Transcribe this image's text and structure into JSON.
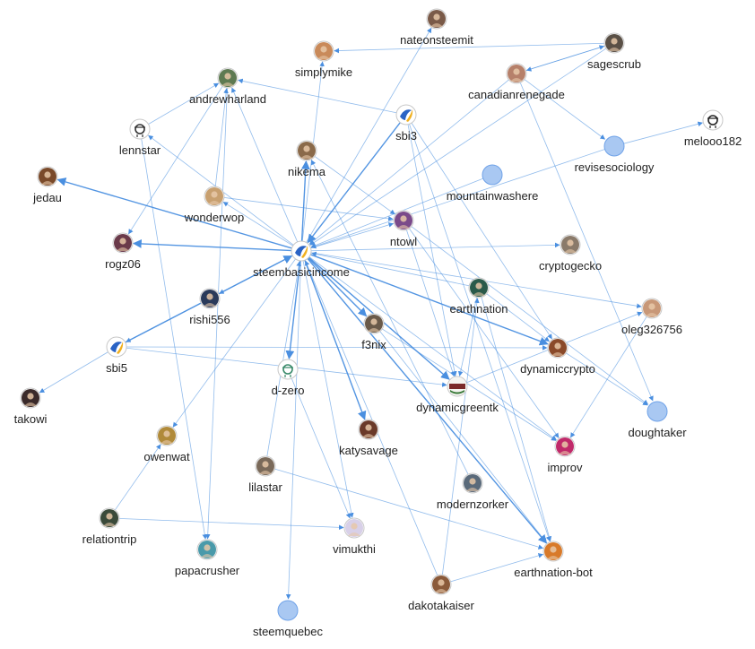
{
  "graph": {
    "edge_color": "#4a8fe0",
    "placeholder_color": "#a9c8f2",
    "placeholder_stroke": "#6fa2e8",
    "nodes": [
      {
        "id": "nateonsteemit",
        "label": "nateonsteemit",
        "avatar": "photo",
        "color": "#7a5a48"
      },
      {
        "id": "simplymike",
        "label": "simplymike",
        "avatar": "photo",
        "color": "#c98a5a"
      },
      {
        "id": "sagescrub",
        "label": "sagescrub",
        "avatar": "photo",
        "color": "#5a5046"
      },
      {
        "id": "canadianrenegade",
        "label": "canadianrenegade",
        "avatar": "photo",
        "color": "#b6806a"
      },
      {
        "id": "andrewharland",
        "label": "andrewharland",
        "avatar": "photo",
        "color": "#5e7a52"
      },
      {
        "id": "lennstar",
        "label": "lennstar",
        "avatar": "line-icon",
        "color": "#333333"
      },
      {
        "id": "sbi3",
        "label": "sbi3",
        "avatar": "sbi-logo",
        "color": "#2a63c5"
      },
      {
        "id": "revisesociology",
        "label": "revisesociology",
        "avatar": "placeholder",
        "color": "#a9c8f2"
      },
      {
        "id": "melooo182",
        "label": "melooo182",
        "avatar": "line-icon",
        "color": "#222222"
      },
      {
        "id": "nikema",
        "label": "nikema",
        "avatar": "photo",
        "color": "#8a6a4a"
      },
      {
        "id": "jedau",
        "label": "jedau",
        "avatar": "photo",
        "color": "#7a4a2a"
      },
      {
        "id": "mountainwashere",
        "label": "mountainwashere",
        "avatar": "placeholder",
        "color": "#a9c8f2"
      },
      {
        "id": "wonderwop",
        "label": "wonderwop",
        "avatar": "photo",
        "color": "#c8a070"
      },
      {
        "id": "ntowl",
        "label": "ntowl",
        "avatar": "photo",
        "color": "#7a4a8a"
      },
      {
        "id": "rogz06",
        "label": "rogz06",
        "avatar": "photo",
        "color": "#6a3a4a"
      },
      {
        "id": "steembasicincome",
        "label": "steembasicincome",
        "avatar": "sbi-logo",
        "color": "#2a63c5"
      },
      {
        "id": "cryptogecko",
        "label": "cryptogecko",
        "avatar": "photo",
        "color": "#8a7a6a"
      },
      {
        "id": "rishi556",
        "label": "rishi556",
        "avatar": "photo",
        "color": "#2a3a5a"
      },
      {
        "id": "earthnation",
        "label": "earthnation",
        "avatar": "photo",
        "color": "#2a5a4a"
      },
      {
        "id": "oleg326756",
        "label": "oleg326756",
        "avatar": "photo",
        "color": "#c89878"
      },
      {
        "id": "f3nix",
        "label": "f3nix",
        "avatar": "photo",
        "color": "#6a5a4a"
      },
      {
        "id": "sbi5",
        "label": "sbi5",
        "avatar": "sbi-logo",
        "color": "#2a63c5"
      },
      {
        "id": "dynamiccrypto",
        "label": "dynamiccrypto",
        "avatar": "photo",
        "color": "#8a4a2a"
      },
      {
        "id": "d-zero",
        "label": "d-zero",
        "avatar": "line-icon",
        "color": "#3a8a6a"
      },
      {
        "id": "dynamicgreentk",
        "label": "dynamicgreentk",
        "avatar": "badge",
        "color": "#3a7a3a"
      },
      {
        "id": "takowi",
        "label": "takowi",
        "avatar": "photo",
        "color": "#3a2a2a"
      },
      {
        "id": "doughtaker",
        "label": "doughtaker",
        "avatar": "placeholder",
        "color": "#a9c8f2"
      },
      {
        "id": "owenwat",
        "label": "owenwat",
        "avatar": "photo",
        "color": "#b08a3a"
      },
      {
        "id": "katysavage",
        "label": "katysavage",
        "avatar": "photo",
        "color": "#6a3a2a"
      },
      {
        "id": "improv",
        "label": "improv",
        "avatar": "photo",
        "color": "#c02a6a"
      },
      {
        "id": "lilastar",
        "label": "lilastar",
        "avatar": "photo",
        "color": "#7a6a5a"
      },
      {
        "id": "modernzorker",
        "label": "modernzorker",
        "avatar": "photo",
        "color": "#5a6a7a"
      },
      {
        "id": "relationtrip",
        "label": "relationtrip",
        "avatar": "photo",
        "color": "#3a4a3a"
      },
      {
        "id": "vimukthi",
        "label": "vimukthi",
        "avatar": "photo",
        "color": "#d8d0e8"
      },
      {
        "id": "papacrusher",
        "label": "papacrusher",
        "avatar": "photo",
        "color": "#4a9aaa"
      },
      {
        "id": "earthnation-bot",
        "label": "earthnation-bot",
        "avatar": "photo",
        "color": "#d87a2a"
      },
      {
        "id": "dakotakaiser",
        "label": "dakotakaiser",
        "avatar": "photo",
        "color": "#8a5a3a"
      },
      {
        "id": "steemquebec",
        "label": "steemquebec",
        "avatar": "placeholder",
        "color": "#a9c8f2"
      }
    ],
    "edges": [
      {
        "from": "sbi3",
        "to": "steembasicincome",
        "weight": 2
      },
      {
        "from": "sbi5",
        "to": "steembasicincome",
        "weight": 2
      },
      {
        "from": "steembasicincome",
        "to": "jedau",
        "weight": 2
      },
      {
        "from": "steembasicincome",
        "to": "rogz06",
        "weight": 2
      },
      {
        "from": "steembasicincome",
        "to": "andrewharland",
        "weight": 1
      },
      {
        "from": "steembasicincome",
        "to": "wonderwop",
        "weight": 1
      },
      {
        "from": "steembasicincome",
        "to": "lennstar",
        "weight": 1
      },
      {
        "from": "steembasicincome",
        "to": "nikema",
        "weight": 2
      },
      {
        "from": "steembasicincome",
        "to": "nateonsteemit",
        "weight": 1
      },
      {
        "from": "steembasicincome",
        "to": "simplymike",
        "weight": 1
      },
      {
        "from": "steembasicincome",
        "to": "ntowl",
        "weight": 1
      },
      {
        "from": "steembasicincome",
        "to": "cryptogecko",
        "weight": 1
      },
      {
        "from": "steembasicincome",
        "to": "rishi556",
        "weight": 1
      },
      {
        "from": "steembasicincome",
        "to": "f3nix",
        "weight": 2
      },
      {
        "from": "steembasicincome",
        "to": "d-zero",
        "weight": 2
      },
      {
        "from": "steembasicincome",
        "to": "dynamicgreentk",
        "weight": 2
      },
      {
        "from": "steembasicincome",
        "to": "dynamiccrypto",
        "weight": 2
      },
      {
        "from": "steembasicincome",
        "to": "katysavage",
        "weight": 2
      },
      {
        "from": "steembasicincome",
        "to": "owenwat",
        "weight": 1
      },
      {
        "from": "steembasicincome",
        "to": "steemquebec",
        "weight": 1
      },
      {
        "from": "steembasicincome",
        "to": "vimukthi",
        "weight": 1
      },
      {
        "from": "steembasicincome",
        "to": "earthnation-bot",
        "weight": 2
      },
      {
        "from": "steembasicincome",
        "to": "improv",
        "weight": 1
      },
      {
        "from": "steembasicincome",
        "to": "oleg326756",
        "weight": 1
      },
      {
        "from": "canadianrenegade",
        "to": "steembasicincome",
        "weight": 1
      },
      {
        "from": "sagescrub",
        "to": "steembasicincome",
        "weight": 1
      },
      {
        "from": "revisesociology",
        "to": "steembasicincome",
        "weight": 1
      },
      {
        "from": "earthnation",
        "to": "steembasicincome",
        "weight": 1
      },
      {
        "from": "lilastar",
        "to": "steembasicincome",
        "weight": 1
      },
      {
        "from": "dakotakaiser",
        "to": "steembasicincome",
        "weight": 1
      },
      {
        "from": "sagescrub",
        "to": "simplymike",
        "weight": 1
      },
      {
        "from": "sagescrub",
        "to": "canadianrenegade",
        "weight": 1
      },
      {
        "from": "canadianrenegade",
        "to": "sagescrub",
        "weight": 1
      },
      {
        "from": "canadianrenegade",
        "to": "revisesociology",
        "weight": 1
      },
      {
        "from": "revisesociology",
        "to": "melooo182",
        "weight": 1
      },
      {
        "from": "lennstar",
        "to": "andrewharland",
        "weight": 1
      },
      {
        "from": "sbi3",
        "to": "andrewharland",
        "weight": 1
      },
      {
        "from": "andrewharland",
        "to": "rogz06",
        "weight": 1
      },
      {
        "from": "wonderwop",
        "to": "andrewharland",
        "weight": 1
      },
      {
        "from": "andrewharland",
        "to": "papacrusher",
        "weight": 1
      },
      {
        "from": "sbi5",
        "to": "takowi",
        "weight": 1
      },
      {
        "from": "sbi5",
        "to": "dynamicgreentk",
        "weight": 1
      },
      {
        "from": "sbi5",
        "to": "dynamiccrypto",
        "weight": 1
      },
      {
        "from": "sbi3",
        "to": "earthnation-bot",
        "weight": 1
      },
      {
        "from": "sbi3",
        "to": "dynamicgreentk",
        "weight": 1
      },
      {
        "from": "sbi3",
        "to": "dynamiccrypto",
        "weight": 1
      },
      {
        "from": "earthnation",
        "to": "earthnation-bot",
        "weight": 1
      },
      {
        "from": "earthnation",
        "to": "dynamiccrypto",
        "weight": 1
      },
      {
        "from": "earthnation",
        "to": "dynamicgreentk",
        "weight": 1
      },
      {
        "from": "f3nix",
        "to": "earthnation-bot",
        "weight": 1
      },
      {
        "from": "f3nix",
        "to": "improv",
        "weight": 1
      },
      {
        "from": "ntowl",
        "to": "dynamicgreentk",
        "weight": 1
      },
      {
        "from": "ntowl",
        "to": "improv",
        "weight": 1
      },
      {
        "from": "ntowl",
        "to": "doughtaker",
        "weight": 1
      },
      {
        "from": "dynamiccrypto",
        "to": "doughtaker",
        "weight": 1
      },
      {
        "from": "oleg326756",
        "to": "improv",
        "weight": 1
      },
      {
        "from": "dynamicgreentk",
        "to": "oleg326756",
        "weight": 1
      },
      {
        "from": "canadianrenegade",
        "to": "doughtaker",
        "weight": 1
      },
      {
        "from": "dakotakaiser",
        "to": "earthnation-bot",
        "weight": 1
      },
      {
        "from": "lilastar",
        "to": "earthnation-bot",
        "weight": 1
      },
      {
        "from": "relationtrip",
        "to": "owenwat",
        "weight": 1
      },
      {
        "from": "relationtrip",
        "to": "vimukthi",
        "weight": 1
      },
      {
        "from": "d-zero",
        "to": "vimukthi",
        "weight": 1
      },
      {
        "from": "modernzorker",
        "to": "nikema",
        "weight": 1
      },
      {
        "from": "dakotakaiser",
        "to": "earthnation",
        "weight": 1
      },
      {
        "from": "nikema",
        "to": "ntowl",
        "weight": 1
      },
      {
        "from": "wonderwop",
        "to": "ntowl",
        "weight": 1
      },
      {
        "from": "lennstar",
        "to": "papacrusher",
        "weight": 1
      },
      {
        "from": "mountainwashere",
        "to": "steembasicincome",
        "weight": 1
      },
      {
        "from": "rishi556",
        "to": "sbi5",
        "weight": 1
      }
    ]
  }
}
